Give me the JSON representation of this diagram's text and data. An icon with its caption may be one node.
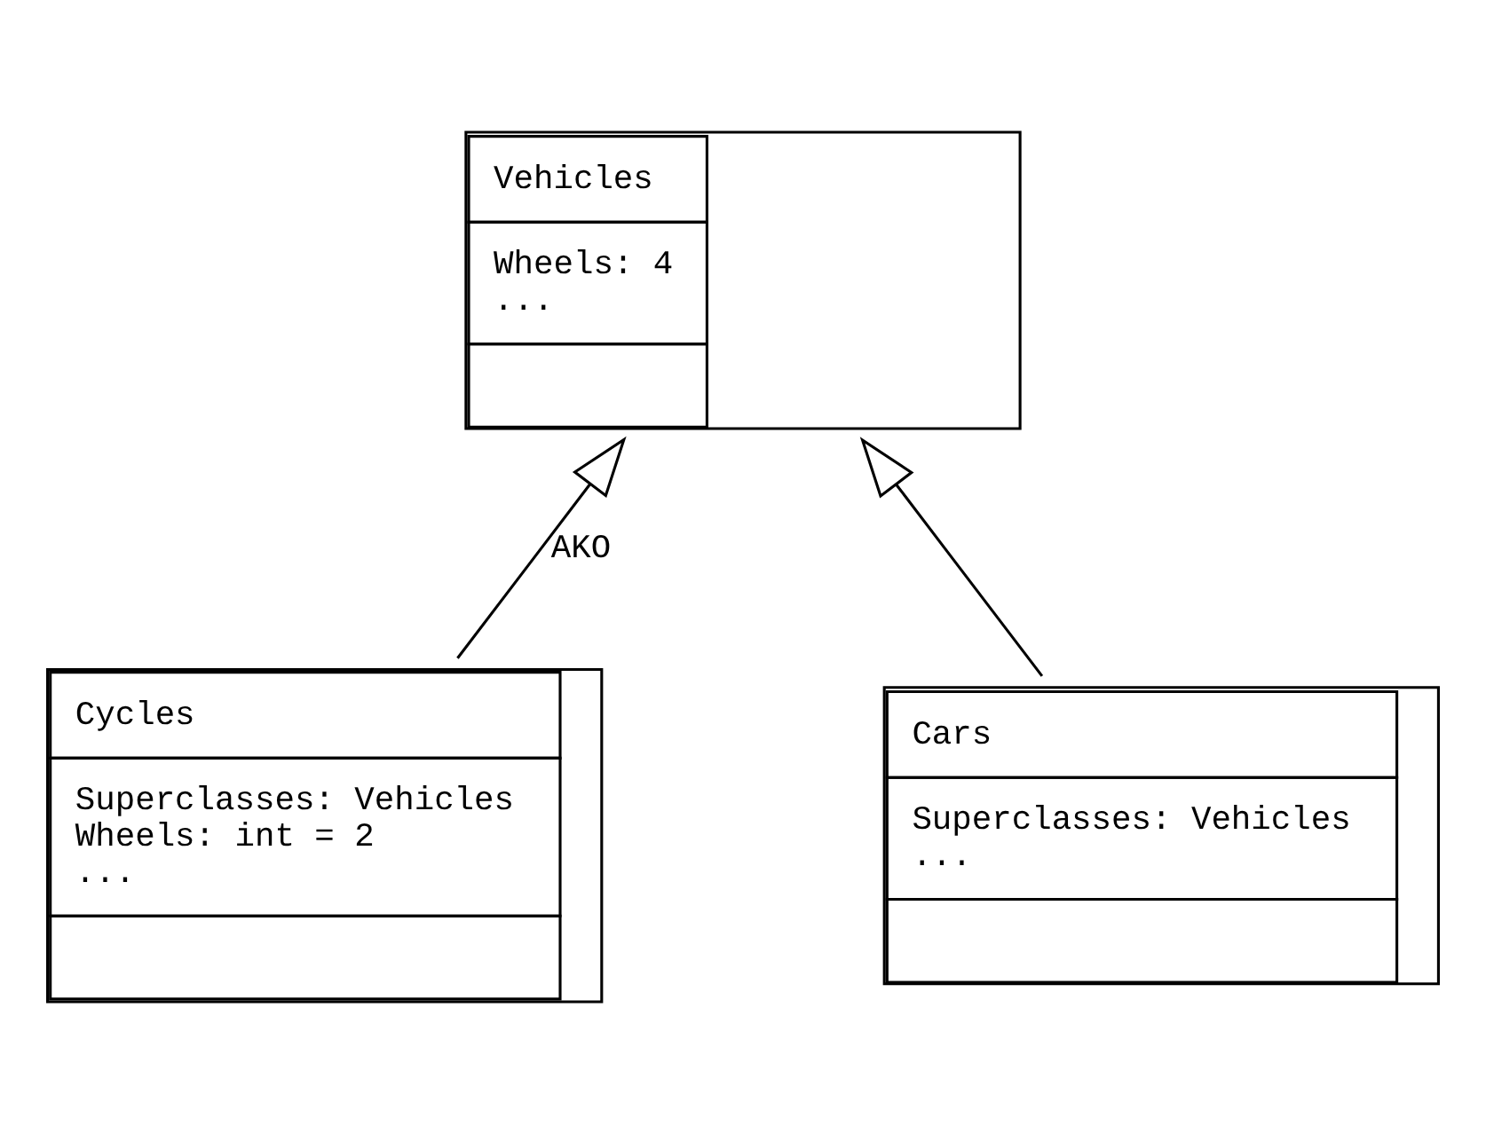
{
  "diagram": {
    "nodes": [
      {
        "text": [
          "Vehicles",
          "Wheels: 4",
          "..."
        ]
      },
      {
        "text": [
          "Cycles",
          "Superclasses: Vehicles",
          "Wheels: int = 2",
          "..."
        ]
      },
      {
        "text": [
          "Cars",
          "Superclasses: Vehicles",
          "..."
        ]
      }
    ],
    "edges": [
      {
        "from": 1,
        "to": 0,
        "arrow": "to",
        "label": "AKO"
      },
      {
        "from": 2,
        "to": 0,
        "arrow": "to"
      }
    ]
  }
}
